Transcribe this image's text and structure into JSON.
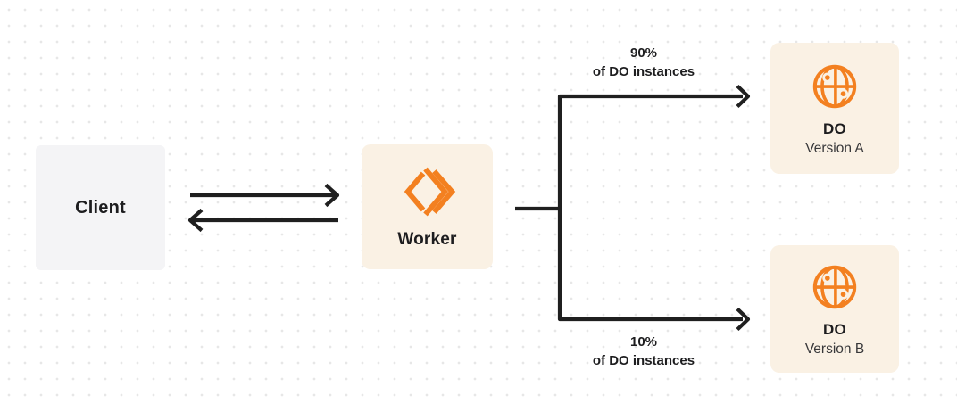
{
  "theme": {
    "accent": "#F38020",
    "panel-cream": "#FAF1E4",
    "panel-gray": "#F4F4F6",
    "line": "#1F1F1F",
    "text": "#1D1D1F",
    "muted": "#38383A",
    "dot": "#E7E7E7",
    "bg": "#FFFFFF"
  },
  "nodes": {
    "client": {
      "label": "Client"
    },
    "worker": {
      "label": "Worker",
      "icon": "workers-chevron-logo-icon"
    },
    "do_a": {
      "title": "DO",
      "subtitle": "Version A",
      "icon": "globe-nodes-icon"
    },
    "do_b": {
      "title": "DO",
      "subtitle": "Version B",
      "icon": "globe-nodes-icon"
    }
  },
  "edges": {
    "split_top": {
      "percent": "90%",
      "caption": "of DO instances"
    },
    "split_bottom": {
      "percent": "10%",
      "caption": "of DO instances"
    }
  }
}
